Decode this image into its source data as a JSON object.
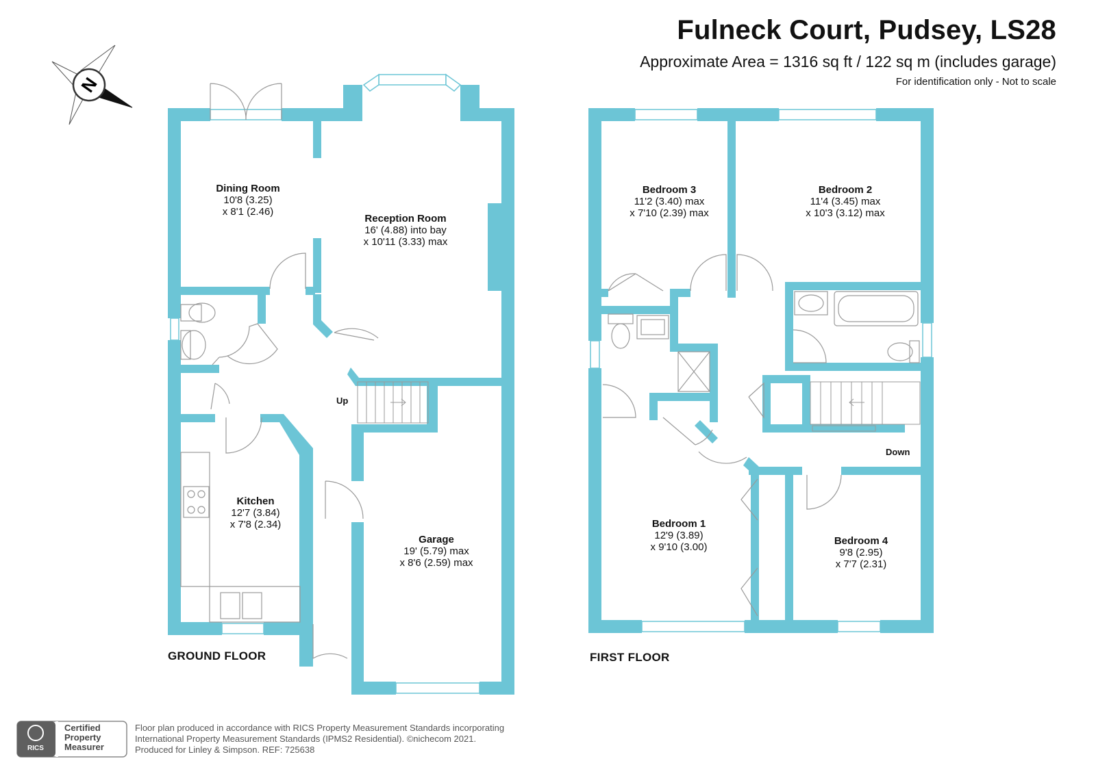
{
  "header": {
    "title": "Fulneck Court, Pudsey, LS28",
    "area": "Approximate Area = 1316 sq ft / 122 sq m (includes garage)",
    "disclaimer": "For identification only - Not to scale"
  },
  "compass": {
    "label": "N",
    "icon": "compass-icon"
  },
  "ground_floor": {
    "label": "GROUND FLOOR",
    "stairs_label": "Up",
    "rooms": [
      {
        "name": "Dining Room",
        "dim1": "10'8 (3.25)",
        "dim2": "x 8'1 (2.46)"
      },
      {
        "name": "Reception Room",
        "dim1": "16' (4.88) into bay",
        "dim2": "x 10'11 (3.33) max"
      },
      {
        "name": "Kitchen",
        "dim1": "12'7 (3.84)",
        "dim2": "x 7'8 (2.34)"
      },
      {
        "name": "Garage",
        "dim1": "19' (5.79) max",
        "dim2": "x 8'6 (2.59) max"
      }
    ]
  },
  "first_floor": {
    "label": "FIRST FLOOR",
    "stairs_label": "Down",
    "rooms": [
      {
        "name": "Bedroom 3",
        "dim1": "11'2 (3.40) max",
        "dim2": "x 7'10 (2.39) max"
      },
      {
        "name": "Bedroom 2",
        "dim1": "11'4 (3.45) max",
        "dim2": "x 10'3 (3.12) max"
      },
      {
        "name": "Bedroom 1",
        "dim1": "12'9 (3.89)",
        "dim2": "x 9'10 (3.00)"
      },
      {
        "name": "Bedroom 4",
        "dim1": "9'8 (2.95)",
        "dim2": "x 7'7 (2.31)"
      }
    ]
  },
  "footer": {
    "line1": "Floor plan produced in accordance with RICS Property Measurement Standards incorporating",
    "line2": "International Property Measurement Standards (IPMS2 Residential).  ©nichecom 2021.",
    "line3": "Produced for Linley & Simpson.   REF:  725638",
    "badge_lines": [
      "Certified",
      "Property",
      "Measurer"
    ],
    "badge_logo": "RICS"
  },
  "colors": {
    "wall": "#6cc5d6",
    "window": "#d8eef2",
    "fixture": "#9a9a9a"
  }
}
